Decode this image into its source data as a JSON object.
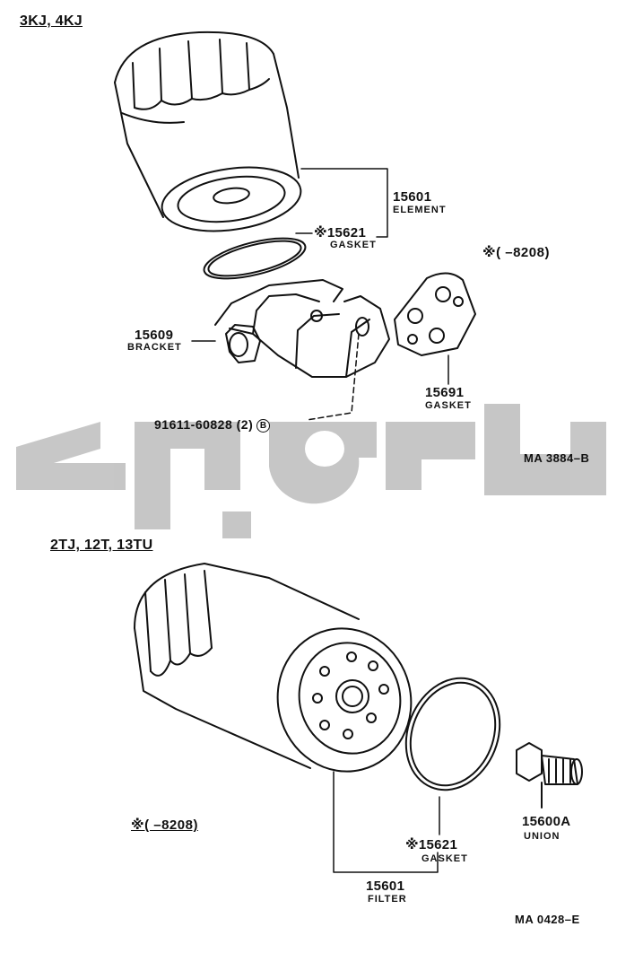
{
  "sections": {
    "top_models": "3KJ, 4KJ",
    "bottom_models": "2TJ, 12T, 13TU"
  },
  "top": {
    "element": {
      "number": "15601",
      "desc": "ELEMENT"
    },
    "gasket": {
      "number": "※15621",
      "desc": "GASKET"
    },
    "bracket": {
      "number": "15609",
      "desc": "BRACKET"
    },
    "gasket2": {
      "number": "15691",
      "desc": "GASKET"
    },
    "bolt": {
      "number": "91611-60828 (2)",
      "mark": "B"
    },
    "note": "※(       –8208)",
    "figure_ref": "MA 3884–B"
  },
  "bottom": {
    "note": "※(       –8208)",
    "gasket": {
      "number": "※15621",
      "desc": "GASKET"
    },
    "union": {
      "number": "15600A",
      "desc": "UNION"
    },
    "filter": {
      "number": "15601",
      "desc": "FILTER"
    },
    "figure_ref": "MA  0428–E"
  },
  "colors": {
    "line": "#111111",
    "watermark": "#bdbdbd"
  }
}
